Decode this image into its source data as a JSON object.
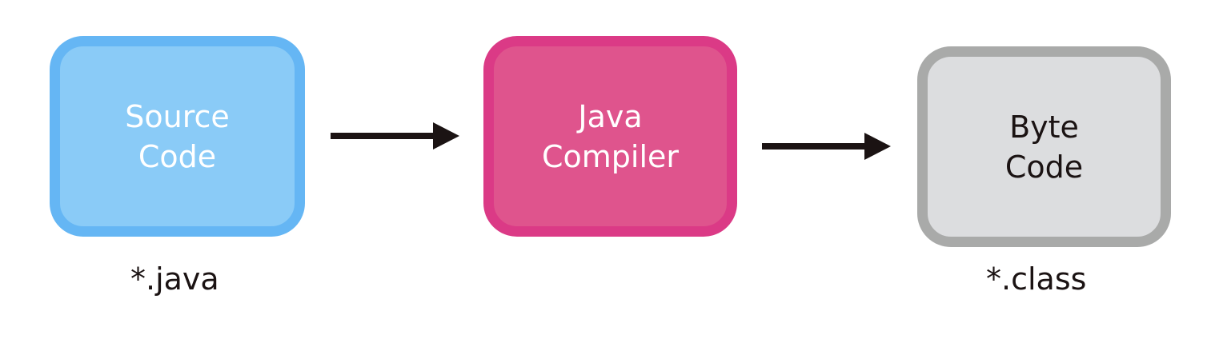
{
  "nodes": [
    {
      "id": "source",
      "lines": [
        "Source",
        "Code"
      ],
      "caption": "*.java"
    },
    {
      "id": "compiler",
      "lines": [
        "Java",
        "Compiler"
      ]
    },
    {
      "id": "bytecode",
      "lines": [
        "Byte",
        "Code"
      ],
      "caption": "*.class"
    }
  ],
  "edges": [
    {
      "from": "source",
      "to": "compiler"
    },
    {
      "from": "compiler",
      "to": "bytecode"
    }
  ],
  "colors": {
    "source_fill": "#8acbf7",
    "source_border": "#65b6f4",
    "compiler_fill": "#df548d",
    "compiler_border": "#db3a86",
    "bytecode_fill": "#dcdddf",
    "bytecode_border": "#a9aaa9",
    "arrow": "#1b1313",
    "text_dark": "#1b1313",
    "text_light": "#ffffff"
  }
}
